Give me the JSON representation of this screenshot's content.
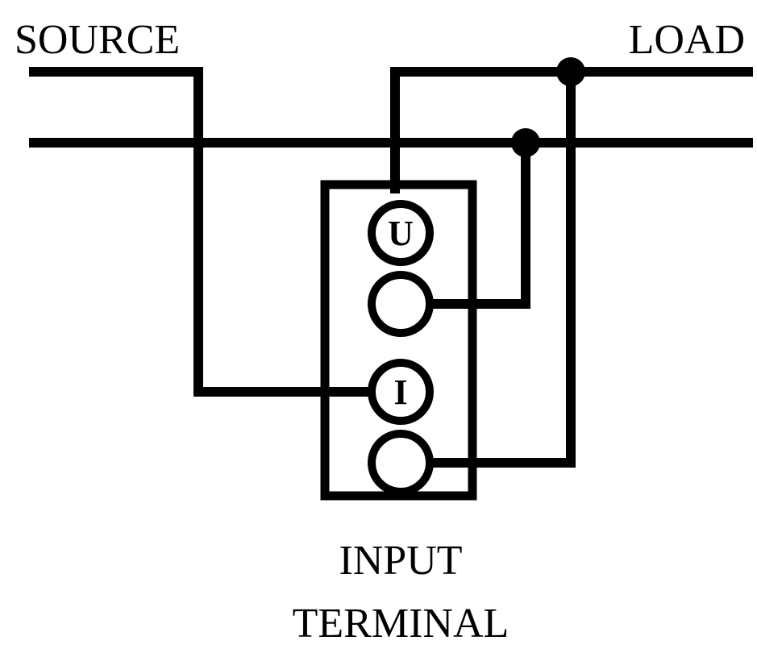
{
  "labels": {
    "source": "SOURCE",
    "load": "LOAD",
    "voltage_terminal": "U",
    "current_terminal": "I",
    "caption_line1": "INPUT",
    "caption_line2": "TERMINAL"
  },
  "colors": {
    "line": "#000000",
    "background": "#ffffff"
  }
}
